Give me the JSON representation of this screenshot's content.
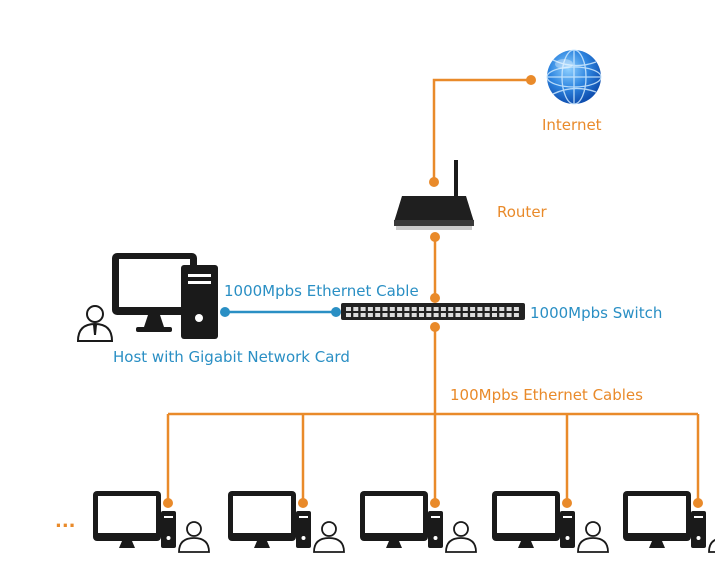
{
  "labels": {
    "internet": "Internet",
    "router": "Router",
    "host_cable": "1000Mpbs Ethernet Cable",
    "switch": "1000Mpbs Switch",
    "host": "Host with Gigabit Network Card",
    "client_cables": "100Mpbs Ethernet Cables",
    "ellipsis": "..."
  },
  "colors": {
    "orange": "#e98a2a",
    "blue": "#2a8fc4",
    "device": "#1a1a1a"
  },
  "icons": {
    "internet": "globe-icon",
    "router": "router-icon",
    "switch": "switch-icon",
    "host": "desktop-computer-icon",
    "user": "user-icon"
  }
}
